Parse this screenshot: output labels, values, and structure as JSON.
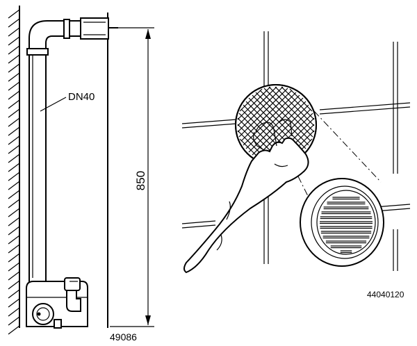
{
  "left_figure": {
    "pipe_label": "DN40",
    "height_label": "850",
    "figure_number": "49086"
  },
  "right_figure": {
    "figure_number": "44040120"
  },
  "colors": {
    "ink": "#000000",
    "paper": "#ffffff"
  }
}
